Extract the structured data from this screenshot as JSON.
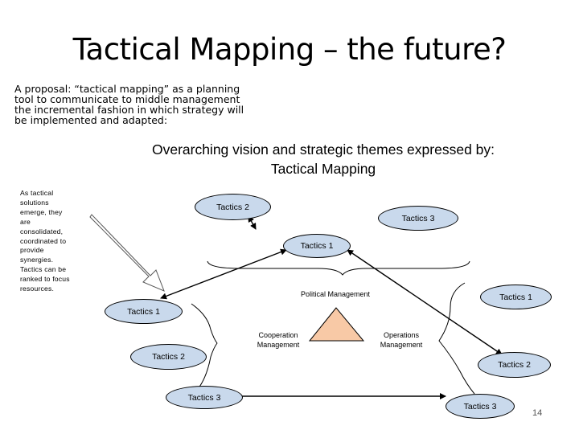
{
  "slide": {
    "title": "Tactical Mapping – the future?",
    "intro": "A proposal: “tactical mapping” as a planning tool to communicate to middle management the incremental fashion in which strategy will be implemented and adapted:",
    "heading_line1": "Overarching vision and strategic themes expressed by:",
    "heading_line2": "Tactical Mapping",
    "side_note": "As tactical solutions emerge, they are consolidated, coordinated to provide synergies. Tactics can be ranked to focus resources.",
    "page_number": "14"
  },
  "diagram": {
    "nodes": {
      "top_tactics_2": "Tactics 2",
      "top_tactics_3": "Tactics 3",
      "top_tactics_1": "Tactics 1",
      "left_tactics_1": "Tactics 1",
      "left_tactics_2": "Tactics 2",
      "left_tactics_3": "Tactics 3",
      "right_tactics_1": "Tactics 1",
      "right_tactics_2": "Tactics 2",
      "right_tactics_3": "Tactics 3"
    },
    "labels": {
      "political": "Political Management",
      "cooperation": "Cooperation Management",
      "operations": "Operations Management"
    },
    "colors": {
      "node_fill": "#c9d9ec",
      "triangle_fill": "#f8c9a6"
    }
  }
}
